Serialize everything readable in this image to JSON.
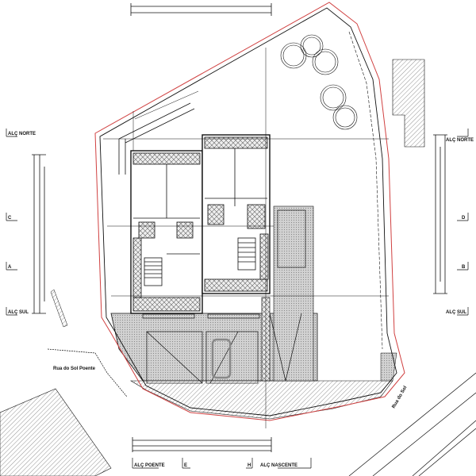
{
  "elevations": {
    "north_left": "ALÇ NORTE",
    "south_left": "ALÇ SUL",
    "north_right": "ALÇ NORTE",
    "south_right": "ALÇ SUL",
    "west": "ALÇ POENTE",
    "east": "ALÇ NASCENTE"
  },
  "sections": {
    "left_top": "C",
    "left_bottom": "A",
    "right_top": "D",
    "right_bottom": "B",
    "bottom_left": "E",
    "bottom_right": "H"
  },
  "streets": {
    "west": "Rua do Sol Poente",
    "east": "Rua do Sol"
  },
  "colors": {
    "boundary": "#d04040",
    "lines": "#111111",
    "paving": "#cfcfcf"
  }
}
